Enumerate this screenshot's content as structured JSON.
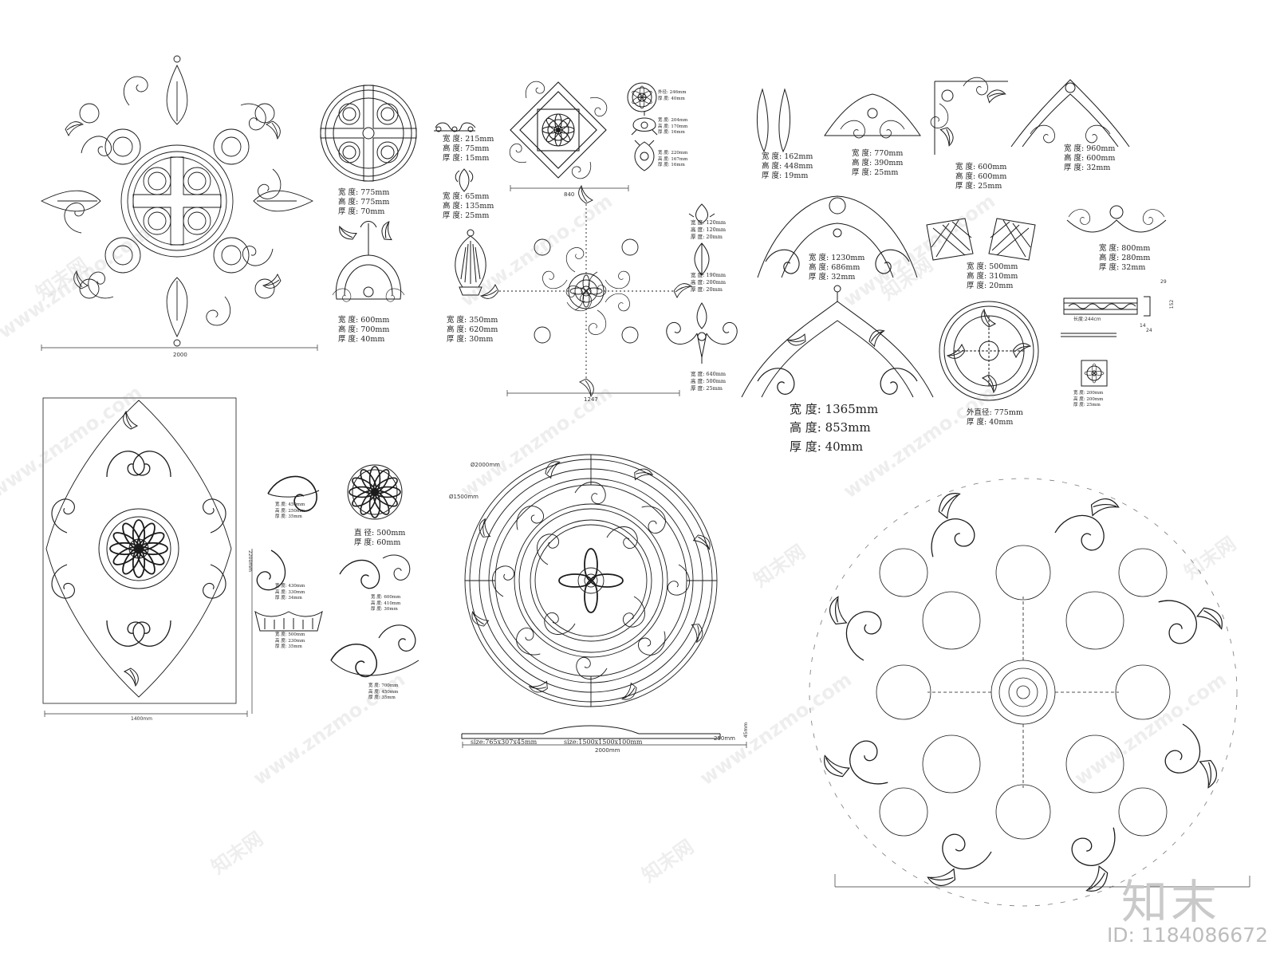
{
  "page": {
    "background": "#ffffff",
    "line_color": "#1a1a1a",
    "watermark_color": "#969696"
  },
  "specs": [
    {
      "id": "round-panel-775",
      "lines": [
        "宽 度: 775mm",
        "高 度: 775mm",
        "厚 度: 70mm"
      ]
    },
    {
      "id": "border-strip-215",
      "lines": [
        "宽 度: 215mm",
        "高 度: 75mm",
        "厚 度: 15mm"
      ]
    },
    {
      "id": "small-leaf-65",
      "lines": [
        "宽 度: 65mm",
        "高 度: 135mm",
        "厚 度: 25mm"
      ]
    },
    {
      "id": "shell-600",
      "lines": [
        "宽 度: 600mm",
        "高 度: 700mm",
        "厚 度: 40mm"
      ]
    },
    {
      "id": "palmette-350",
      "lines": [
        "宽 度: 350mm",
        "高 度: 620mm",
        "厚 度: 30mm"
      ]
    },
    {
      "id": "rosette-tiny",
      "lines": [
        "外径: 246mm",
        "厚 度: 40mm"
      ]
    },
    {
      "id": "medallion-204",
      "lines": [
        "宽 度: 204mm",
        "高 度: 170mm",
        "厚 度: 16mm"
      ]
    },
    {
      "id": "medallion-220",
      "lines": [
        "宽 度: 220mm",
        "高 度: 167mm",
        "厚 度: 16mm"
      ]
    },
    {
      "id": "bud-120",
      "lines": [
        "宽 度: 120mm",
        "高 度: 120mm",
        "厚 度: 20mm"
      ]
    },
    {
      "id": "bud-190",
      "lines": [
        "宽 度: 190mm",
        "高 度: 200mm",
        "厚 度: 20mm"
      ]
    },
    {
      "id": "fan-640",
      "lines": [
        "宽 度: 640mm",
        "高 度: 500mm",
        "厚 度: 25mm"
      ]
    },
    {
      "id": "scroll-162",
      "lines": [
        "宽 度: 162mm",
        "高 度: 448mm",
        "厚 度: 19mm"
      ]
    },
    {
      "id": "arch-770",
      "lines": [
        "宽 度: 770mm",
        "高 度: 390mm",
        "厚 度: 25mm"
      ]
    },
    {
      "id": "corner-600",
      "lines": [
        "宽 度: 600mm",
        "高 度: 600mm",
        "厚 度: 25mm"
      ]
    },
    {
      "id": "arch-960",
      "lines": [
        "宽 度: 960mm",
        "高 度: 600mm",
        "厚 度: 32mm"
      ]
    },
    {
      "id": "arch-1230",
      "lines": [
        "宽 度: 1230mm",
        "高 度: 686mm",
        "厚 度: 32mm"
      ]
    },
    {
      "id": "lattice-500",
      "lines": [
        "宽 度: 500mm",
        "高 度: 310mm",
        "厚 度: 20mm"
      ]
    },
    {
      "id": "swag-800",
      "lines": [
        "宽 度: 800mm",
        "高 度: 280mm",
        "厚 度: 32mm"
      ]
    },
    {
      "id": "arch-1365",
      "lines": [
        "宽 度: 1365mm",
        "高 度: 853mm",
        "厚 度: 40mm"
      ]
    },
    {
      "id": "ceiling-rose-775",
      "lines": [
        "外直径: 775mm",
        "厚 度: 40mm"
      ]
    },
    {
      "id": "block-200",
      "lines": [
        "宽 度: 200mm",
        "高 度: 200mm",
        "厚 度: 25mm"
      ]
    },
    {
      "id": "scroll-450",
      "lines": [
        "宽 度: 450mm",
        "高 度: 250mm",
        "厚 度: 35mm"
      ]
    },
    {
      "id": "rosette-500",
      "lines": [
        "直 径: 500mm",
        "厚 度: 60mm"
      ]
    },
    {
      "id": "scroll-430",
      "lines": [
        "宽 度: 430mm",
        "高 度: 330mm",
        "厚 度: 34mm"
      ]
    },
    {
      "id": "scroll-600",
      "lines": [
        "宽 度: 600mm",
        "高 度: 410mm",
        "厚 度: 30mm"
      ]
    },
    {
      "id": "crown-500",
      "lines": [
        "宽 度: 500mm",
        "高 度: 230mm",
        "厚 度: 35mm"
      ]
    },
    {
      "id": "scroll-700",
      "lines": [
        "宽 度: 700mm",
        "高 度: 450mm",
        "厚 度: 35mm"
      ]
    }
  ],
  "dimensions": {
    "d2000": "2000",
    "d840": "840",
    "d1247": "1247",
    "d1400": "1400mm",
    "d2200": "2200mm",
    "dia2000": "Ø2000mm",
    "dia1500": "Ø1500mm",
    "size1": "size:765x307x45mm",
    "size2": "size:1500x1500x100mm",
    "d2000mm": "2000mm",
    "d250": "250mm",
    "d45": "45mm",
    "moulding_len": "长度:244cm",
    "moulding_h": "152",
    "moulding_t": "29",
    "moulding_a": "14",
    "moulding_b": "24"
  },
  "watermarks": {
    "site": "www.znzmo.com",
    "cn": "知末网"
  },
  "brand": {
    "logo": "知末",
    "image_id": "ID: 1184086672"
  }
}
